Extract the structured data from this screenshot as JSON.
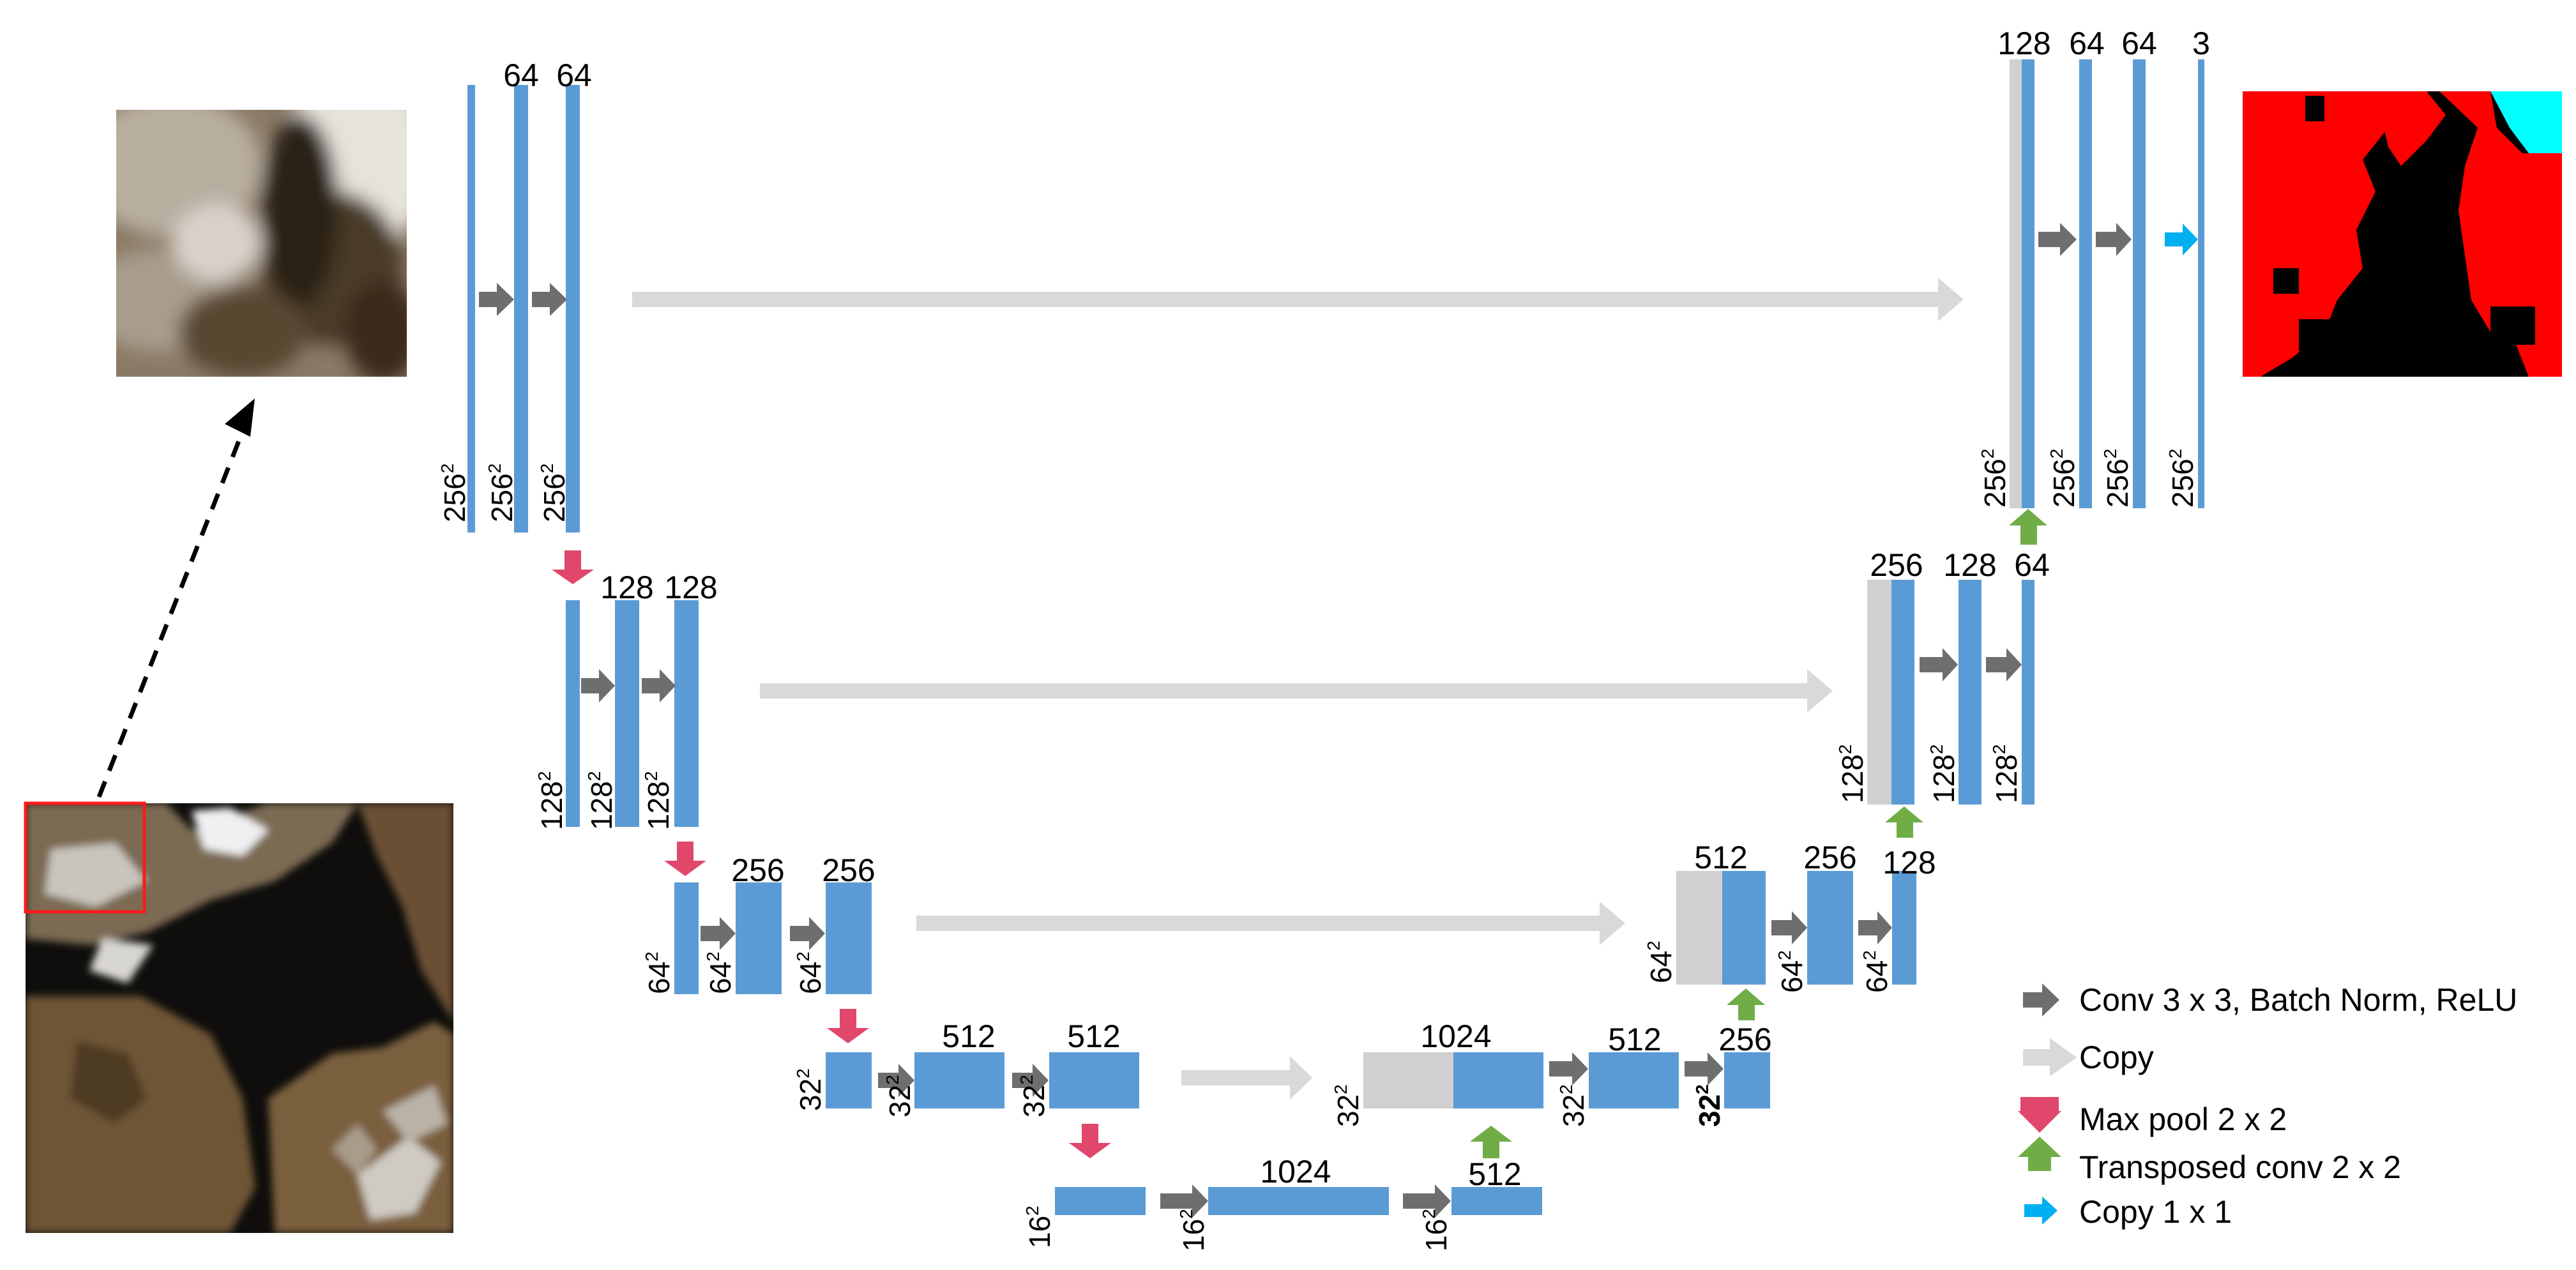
{
  "top_labels": {
    "l0_c1": "64",
    "l0_c2": "64",
    "l1_c1": "128",
    "l1_c2": "128",
    "l2_c1": "256",
    "l2_c2": "256",
    "l3_c1": "512",
    "l3_c2": "512",
    "l4_c1": "1024",
    "l4_up": "512",
    "d3_cat": "1024",
    "d3_c1": "512",
    "d3_up": "256",
    "d2_cat": "512",
    "d2_c1": "256",
    "d2_up": "128",
    "d1_cat": "256",
    "d1_c1": "128",
    "d1_up": "64",
    "d0_cat": "128",
    "d0_c1": "64",
    "d0_c2": "64",
    "d0_out": "3"
  },
  "size_labels": {
    "s256": "256",
    "s128": "128",
    "s64": "64",
    "s32": "32",
    "s16": "16",
    "sup": "2"
  },
  "legend": {
    "conv": "Conv 3 x 3, Batch Norm, ReLU",
    "copy": "Copy",
    "maxpool": "Max pool 2 x 2",
    "transposed": "Transposed conv 2 x 2",
    "copy1x1": "Copy 1 x 1"
  },
  "colors": {
    "blue": "#5b9bd5",
    "gray_block": "#d0d0d0",
    "conv_arrow": "#6e6e6e",
    "copy_arrow": "#d9d9d9",
    "maxpool_arrow": "#e0476a",
    "transposed_arrow": "#70ad47",
    "copy1x1_arrow": "#00b0f0",
    "mask_red": "#ff0000",
    "mask_cyan": "#00ffff"
  }
}
